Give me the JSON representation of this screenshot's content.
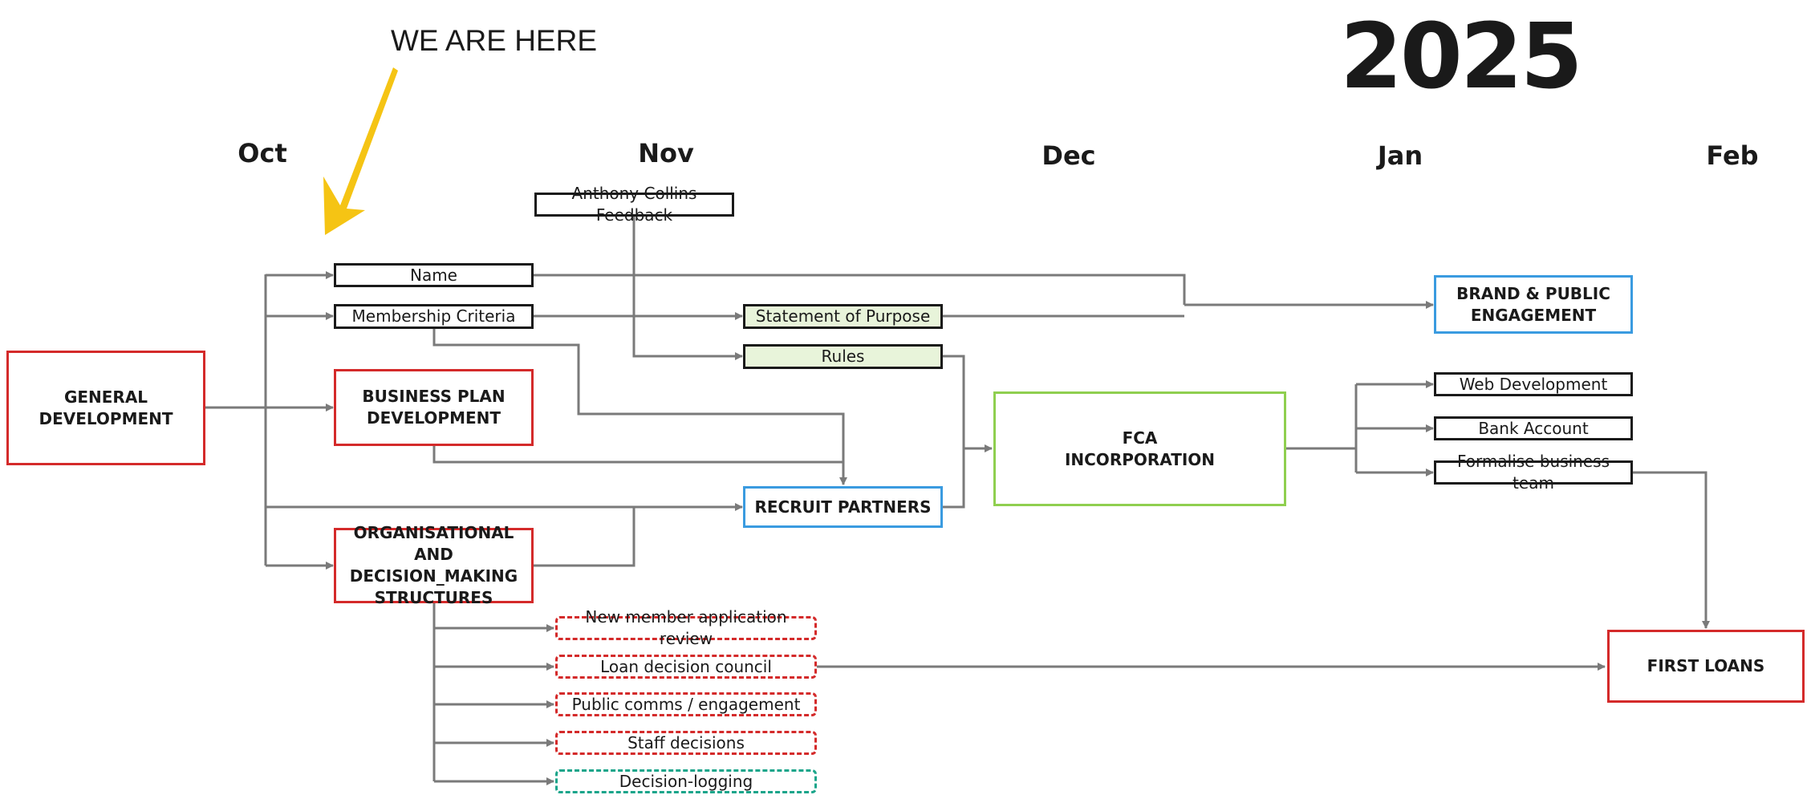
{
  "header": {
    "year": "2025",
    "marker": "WE ARE HERE",
    "marker_color": "#f5c414"
  },
  "months": [
    "Oct",
    "Nov",
    "Dec",
    "Jan",
    "Feb"
  ],
  "nodes": {
    "general_development": [
      "GENERAL",
      "DEVELOPMENT"
    ],
    "name": "Name",
    "membership_criteria": "Membership Criteria",
    "business_plan": [
      "BUSINESS PLAN",
      "DEVELOPMENT"
    ],
    "org_structures": [
      "ORGANISATIONAL AND",
      "DECISION_MAKING",
      "STRUCTURES"
    ],
    "anthony_collins": "Anthony Collins Feedback",
    "statement_of_purpose": "Statement of Purpose",
    "rules": "Rules",
    "recruit_partners": "RECRUIT PARTNERS",
    "fca": [
      "FCA",
      "INCORPORATION"
    ],
    "brand": [
      "BRAND & PUBLIC",
      "ENGAGEMENT"
    ],
    "web_development": "Web Development",
    "bank_account": "Bank Account",
    "formalise_team": "Formalise business team",
    "first_loans": "FIRST LOANS",
    "new_member_review": "New member application review",
    "loan_council": "Loan decision council",
    "public_comms": "Public comms / engagement",
    "staff_decisions": "Staff decisions",
    "decision_logging": "Decision-logging"
  },
  "colors": {
    "connector": "#7a7a7a",
    "red": "#d42a2a",
    "blue": "#3a9be0",
    "lime": "#8fcf4f",
    "teal": "#1aa58a",
    "light_green_fill": "#e8f4da"
  }
}
